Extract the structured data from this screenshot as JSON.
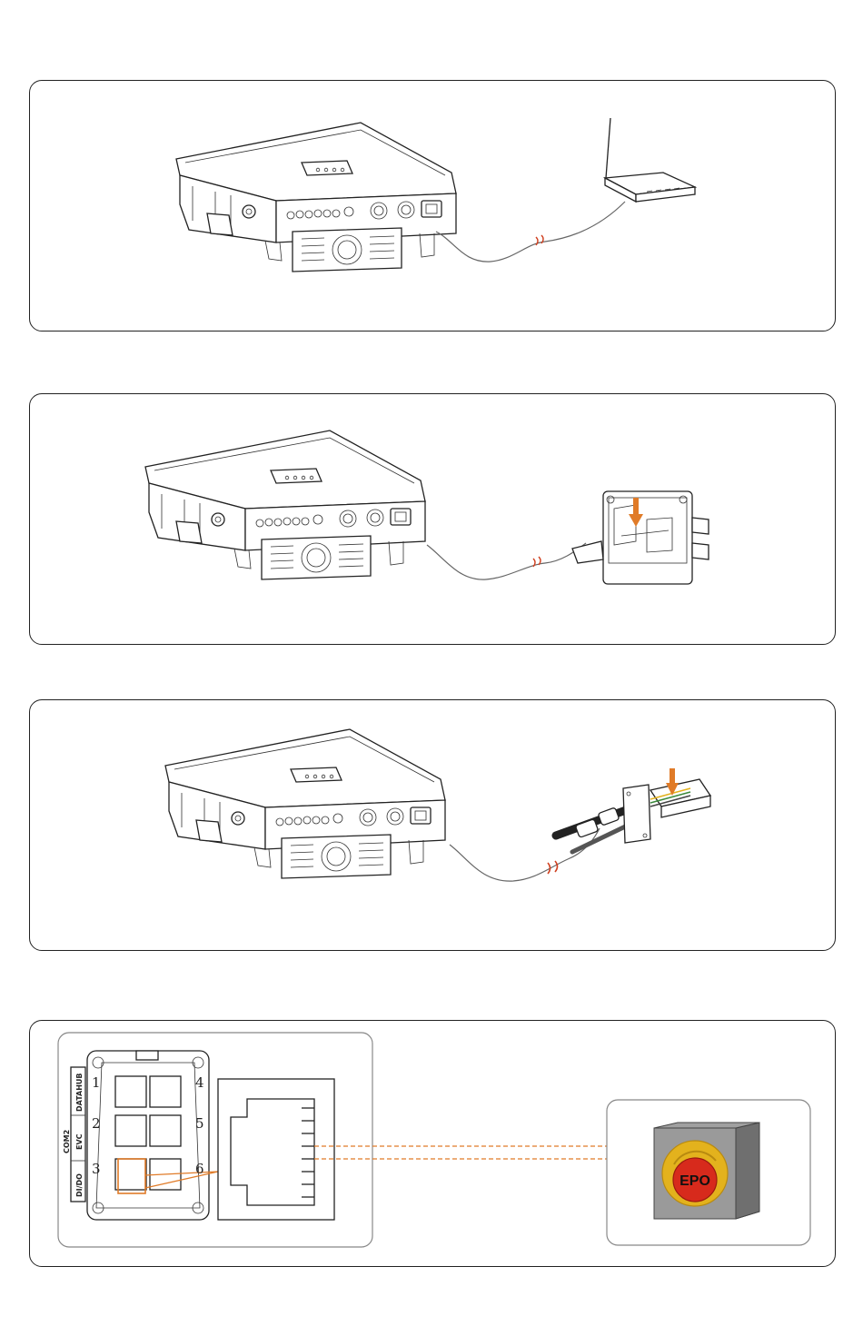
{
  "panels": [
    {
      "id": "router-connection"
    },
    {
      "id": "junction-box-connection"
    },
    {
      "id": "plug-connection"
    },
    {
      "id": "epo-connection"
    }
  ],
  "com_port": {
    "side_labels": {
      "com2": "COM2",
      "datahub": "DATAHUB",
      "evc": "EVC",
      "dido": "DI/DO"
    },
    "port_numbers": [
      "1",
      "2",
      "3",
      "4",
      "5",
      "6"
    ]
  },
  "epo_switch": {
    "label": "EPO"
  },
  "colors": {
    "outline": "#222222",
    "highlight": "#e07b28",
    "switch_box": "#8a8a8a",
    "switch_ring": "#e3b21d",
    "switch_button": "#d72a1c"
  }
}
